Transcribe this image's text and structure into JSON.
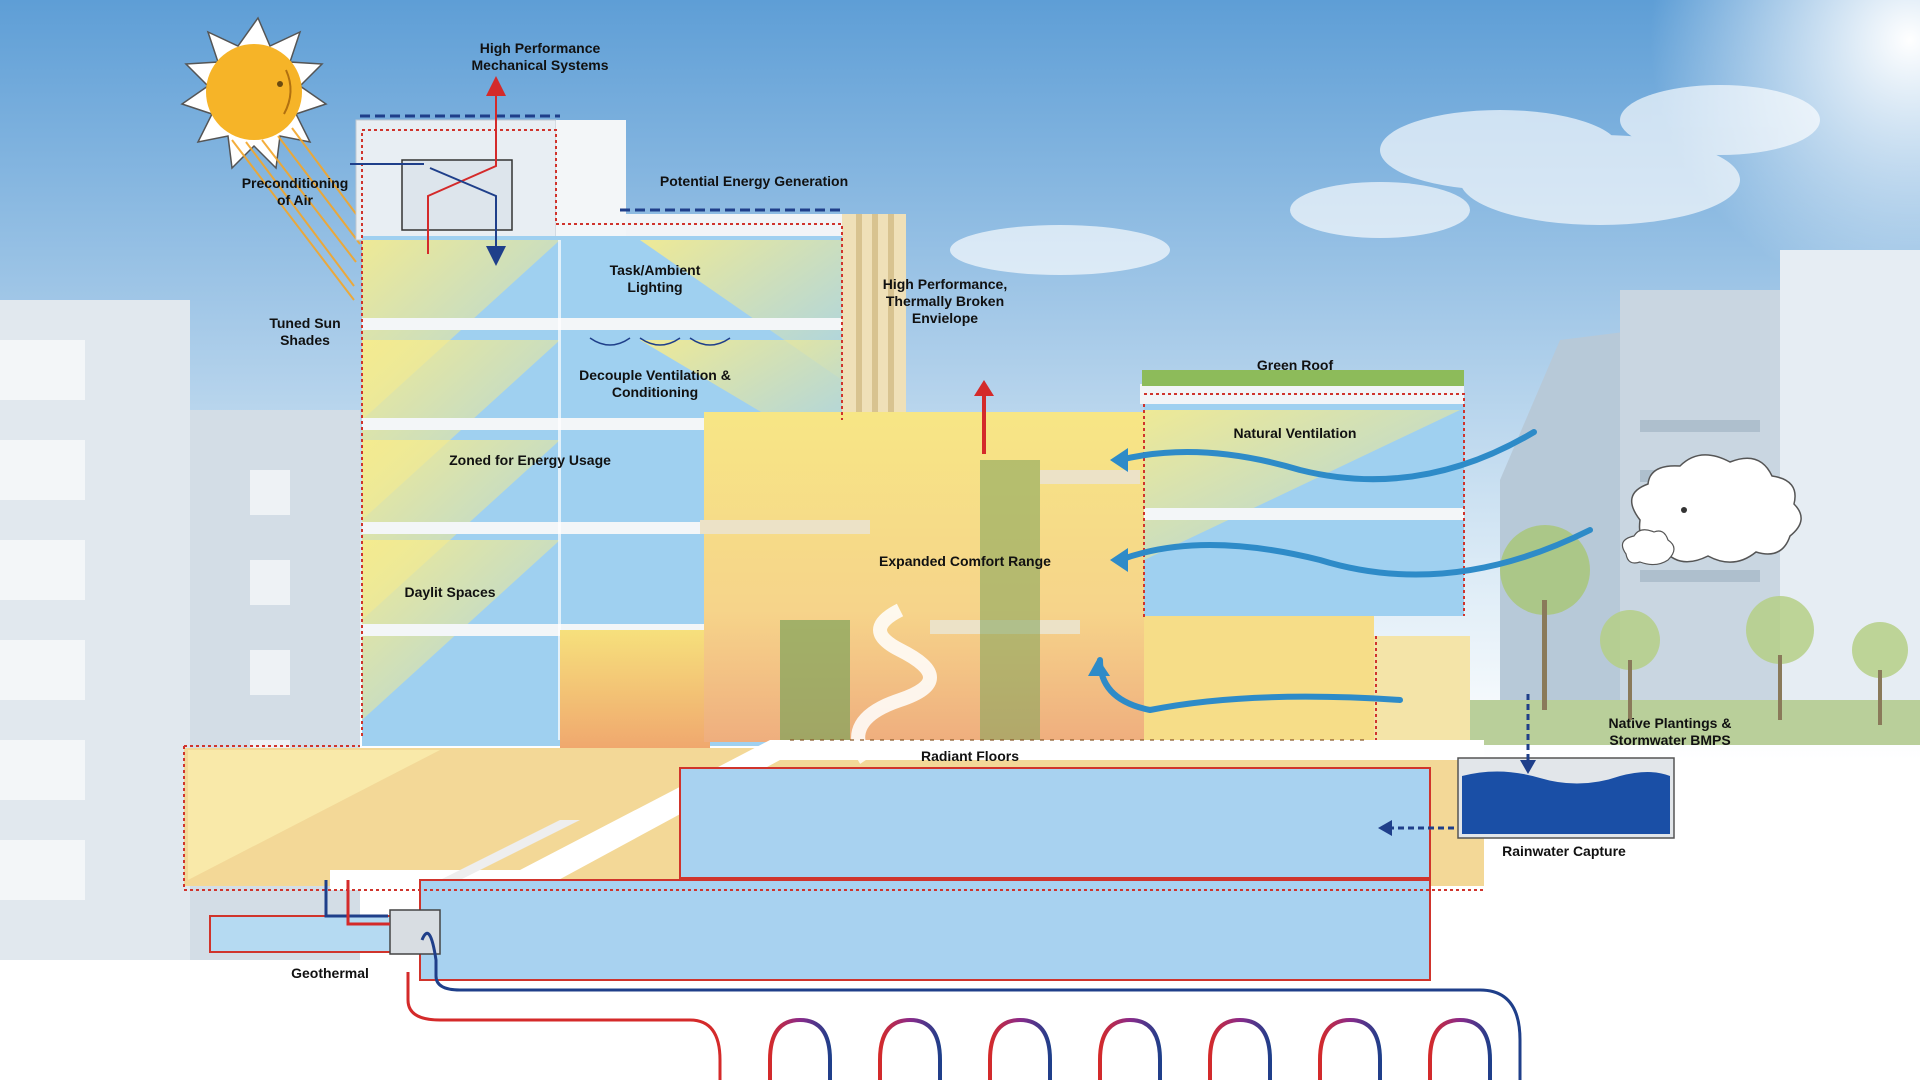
{
  "colors": {
    "sky_top": "#5e9ed6",
    "sky_bottom": "#dcebf6",
    "glass_blue": "#8fc6ec",
    "daylight_yellow": "#f3e27a",
    "warm_orange": "#f2b67a",
    "outline_red": "#d0342c",
    "flow_red": "#d42a2a",
    "flow_blue": "#1f3f8a",
    "wind_blue": "#2e8bc8",
    "rain_water": "#1a4fa6",
    "sun_yellow": "#f6b428"
  },
  "icons": [
    "sun-face-icon",
    "wind-cloud-face-icon",
    "exhaust-arrow-icon",
    "rain-drop-arrow-icon"
  ],
  "labels": {
    "mechanical": [
      "High Performance",
      "Mechanical Systems"
    ],
    "precond": [
      "Preconditioning",
      "of Air"
    ],
    "energy_gen": "Potential Energy Generation",
    "task_lighting": [
      "Task/Ambient",
      "Lighting"
    ],
    "envelope": [
      "High Performance,",
      "Thermally Broken",
      "Envielope"
    ],
    "sun_shades": [
      "Tuned Sun",
      "Shades"
    ],
    "green_roof": "Green Roof",
    "decouple": [
      "Decouple Ventilation &",
      "Conditioning"
    ],
    "nat_vent": "Natural Ventilation",
    "zoned": "Zoned for Energy Usage",
    "comfort": "Expanded Comfort Range",
    "daylit": "Daylit Spaces",
    "native": [
      "Native Plantings  &",
      "Stormwater BMPS"
    ],
    "radiant": "Radiant Floors",
    "rainwater": "Rainwater Capture",
    "geothermal": "Geothermal"
  }
}
